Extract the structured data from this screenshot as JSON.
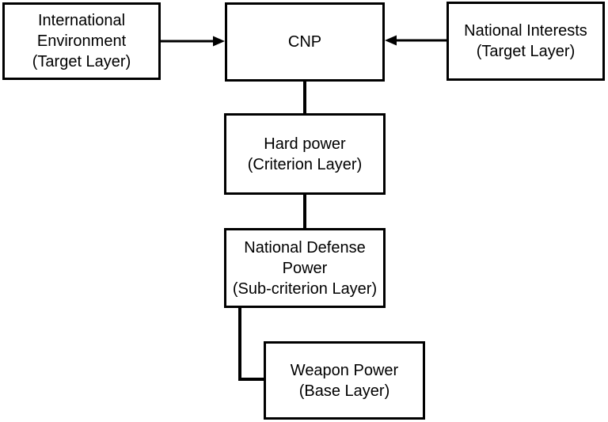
{
  "diagram": {
    "nodes": [
      {
        "id": "international-environment",
        "label": "International\nEnvironment\n(Target Layer)"
      },
      {
        "id": "cnp",
        "label": "CNP"
      },
      {
        "id": "national-interests",
        "label": "National Interests\n(Target Layer)"
      },
      {
        "id": "hard-power",
        "label": "Hard power\n(Criterion Layer)"
      },
      {
        "id": "national-defense-power",
        "label": "National Defense\nPower\n(Sub-criterion Layer)"
      },
      {
        "id": "weapon-power",
        "label": "Weapon Power\n(Base Layer)"
      }
    ],
    "edges": [
      {
        "from": "international-environment",
        "to": "cnp",
        "type": "arrow"
      },
      {
        "from": "national-interests",
        "to": "cnp",
        "type": "arrow"
      },
      {
        "from": "cnp",
        "to": "hard-power",
        "type": "line"
      },
      {
        "from": "hard-power",
        "to": "national-defense-power",
        "type": "line"
      },
      {
        "from": "national-defense-power",
        "to": "weapon-power",
        "type": "elbow-line"
      }
    ],
    "colors": {
      "background": "#ffffff",
      "box_fill": "#ffffff",
      "box_border": "#000000",
      "line": "#000000",
      "text": "#000000"
    }
  }
}
